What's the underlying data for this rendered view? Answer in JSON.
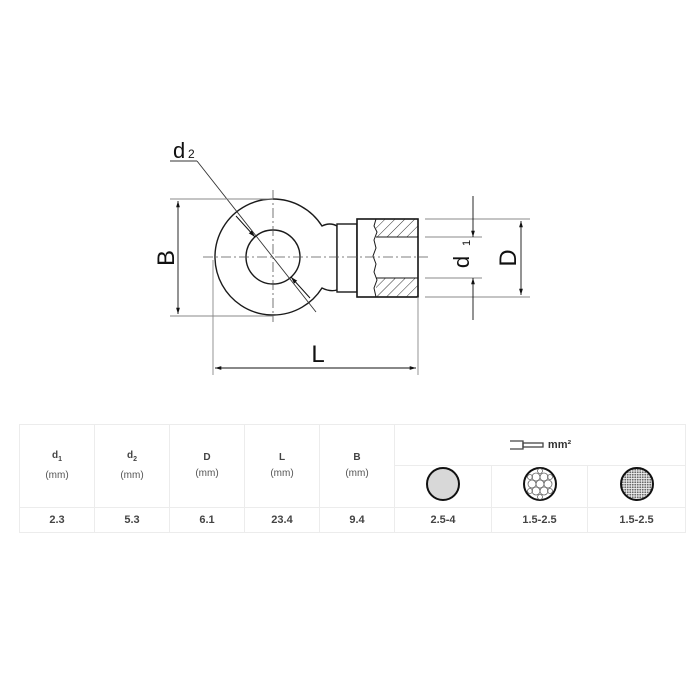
{
  "drawing": {
    "title": "Ring terminal dimension drawing",
    "labels": {
      "d2": "d",
      "d2_sub": "2",
      "B": "B",
      "L": "L",
      "d1": "d",
      "d1_sub": "1",
      "D": "D"
    },
    "line_color": "#1a1a1a",
    "centerline_color": "#555555",
    "dim_line_color": "#888888"
  },
  "table": {
    "columns": [
      {
        "symbol": "d",
        "sub": "1",
        "unit": "(mm)",
        "value": "2.3"
      },
      {
        "symbol": "d",
        "sub": "2",
        "unit": "(mm)",
        "value": "5.3"
      },
      {
        "symbol": "D",
        "sub": "",
        "unit": "(mm)",
        "value": "6.1"
      },
      {
        "symbol": "L",
        "sub": "",
        "unit": "(mm)",
        "value": "23.4"
      },
      {
        "symbol": "B",
        "sub": "",
        "unit": "(mm)",
        "value": "9.4"
      }
    ],
    "wire_header": {
      "icon": "wire-terminal-icon",
      "unit": "mm²"
    },
    "wire_types": [
      {
        "icon": "solid-wire-icon",
        "range": "2.5-4",
        "fill": "#d8d8d8"
      },
      {
        "icon": "stranded-wire-icon",
        "range": "1.5-2.5",
        "fill": "#ffffff"
      },
      {
        "icon": "fine-stranded-wire-icon",
        "range": "1.5-2.5",
        "fill": "#9a9a9a"
      }
    ]
  }
}
